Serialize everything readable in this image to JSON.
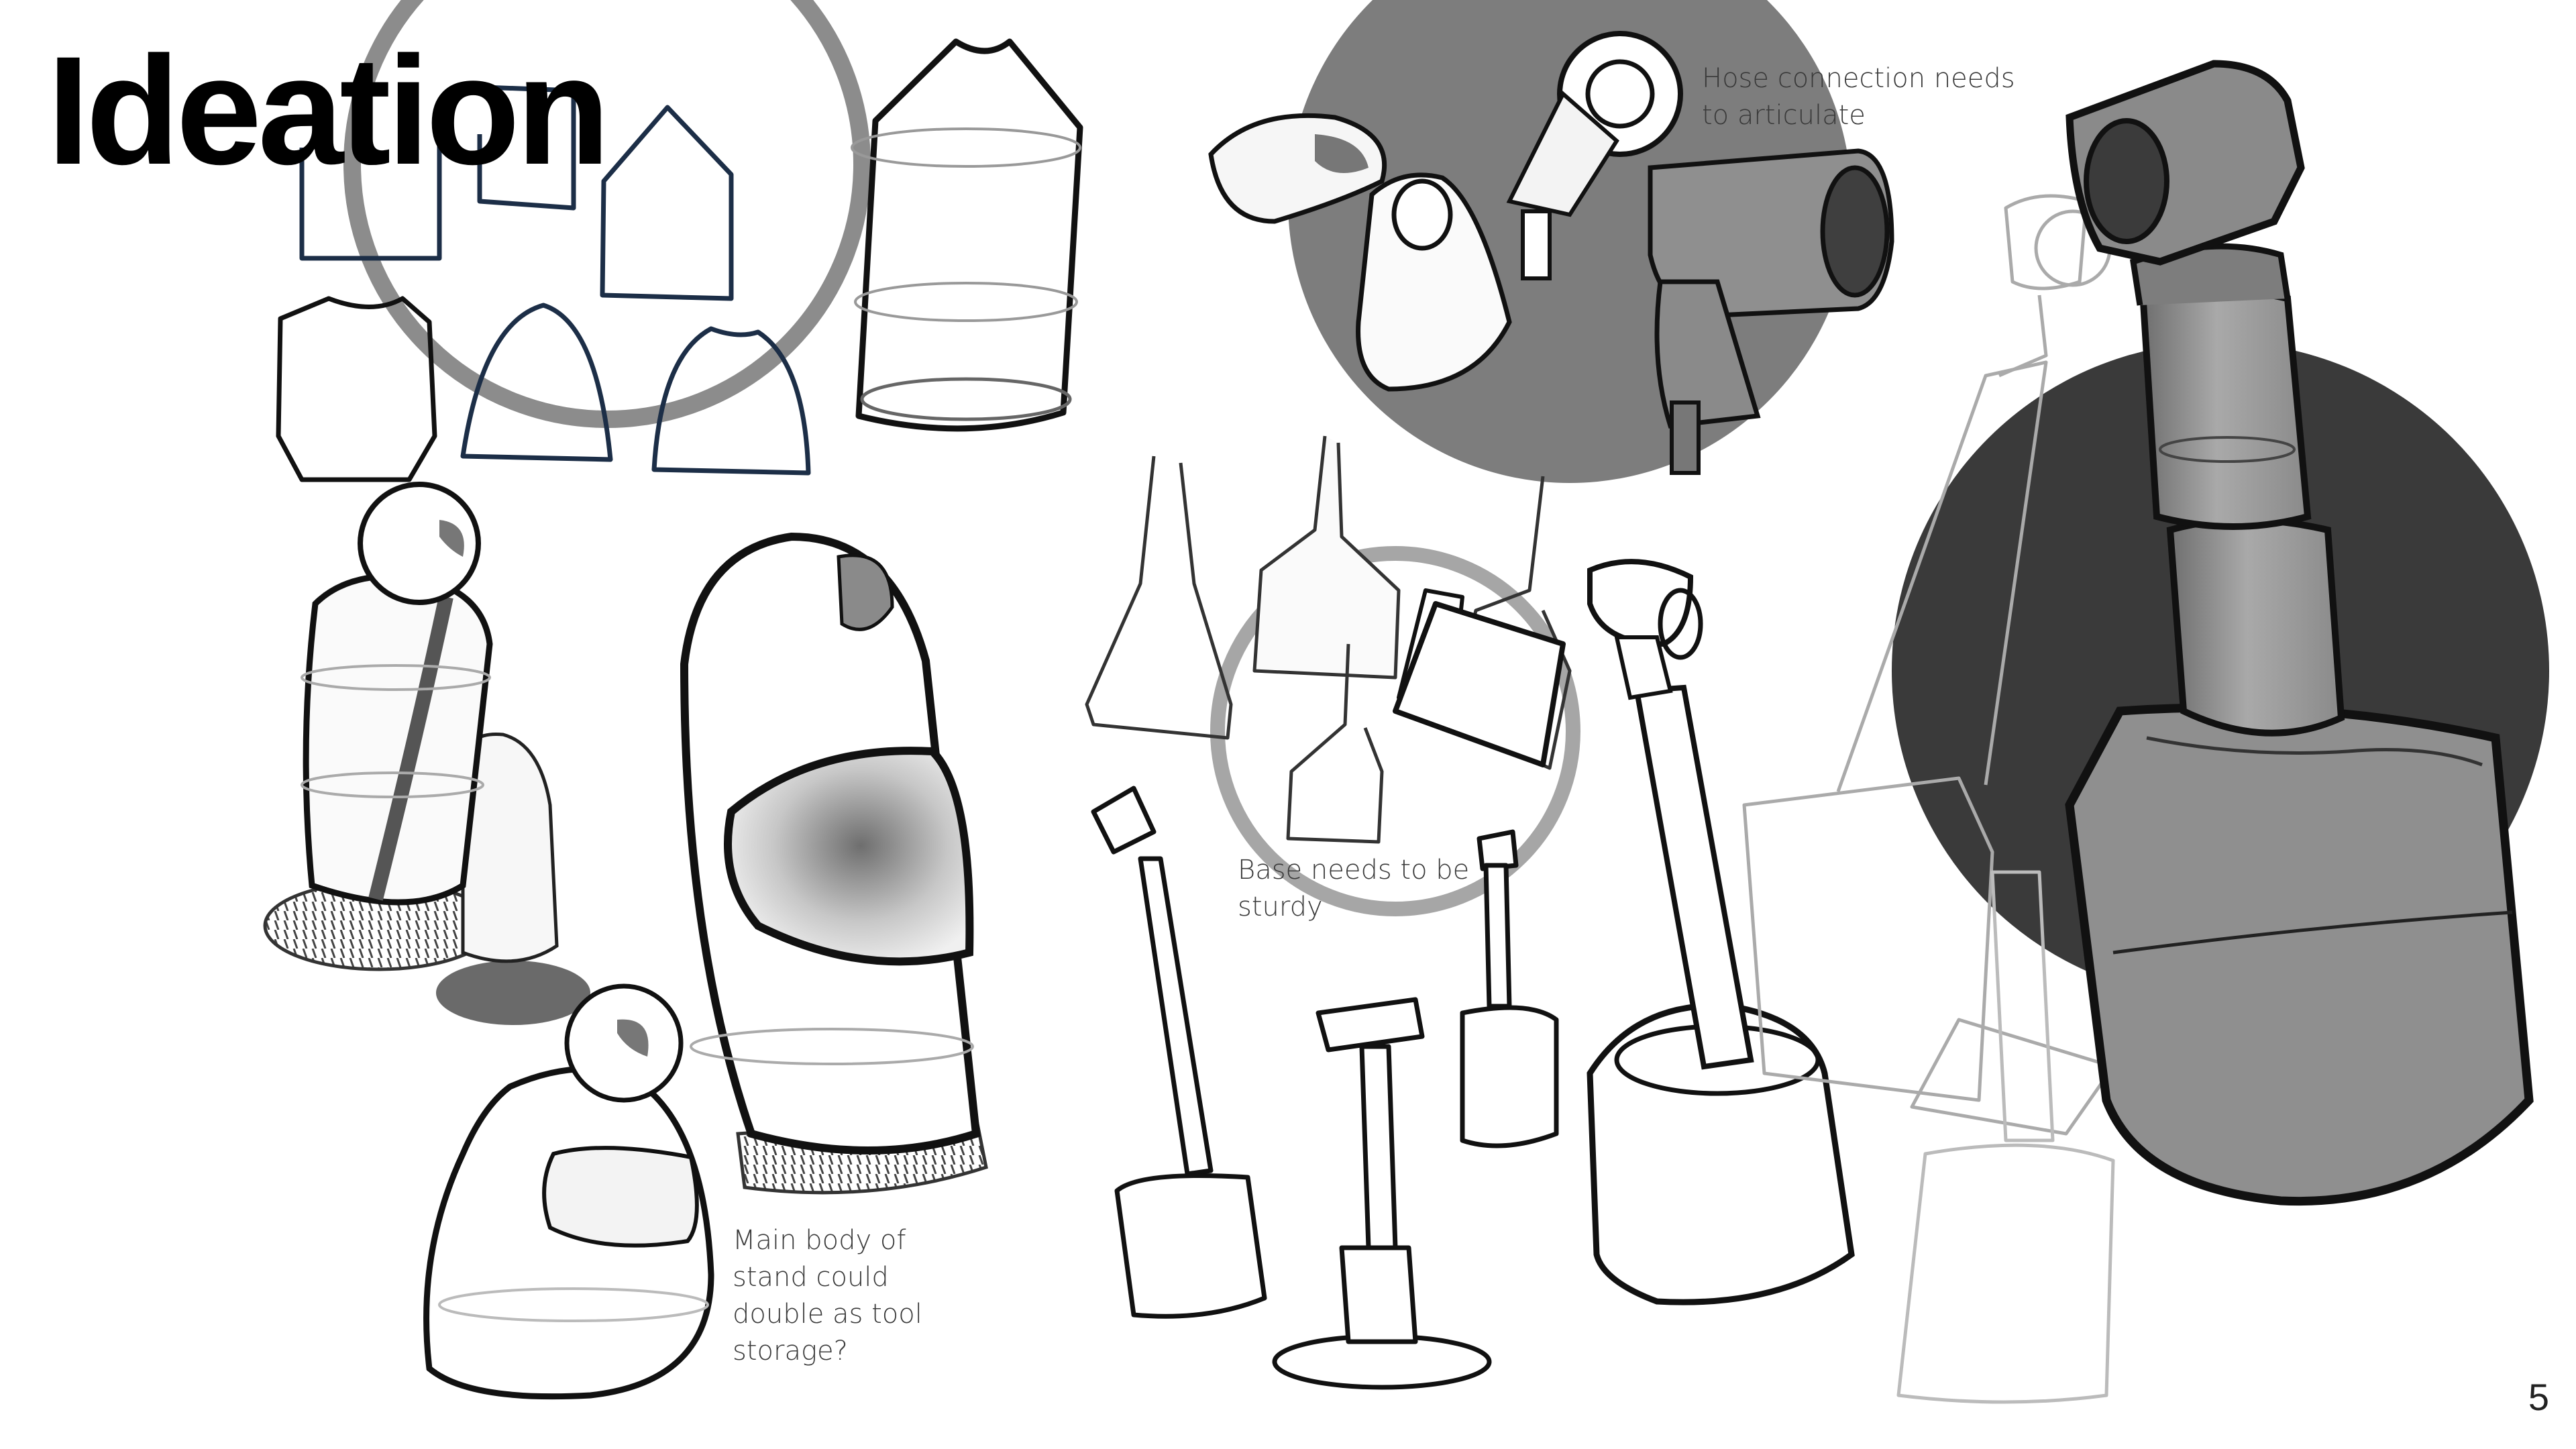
{
  "slide": {
    "title": "Ideation",
    "page_number": "5",
    "annotations": {
      "hose": [
        "Hose connection needs",
        "to articulate"
      ],
      "base": [
        "Base needs to be",
        "sturdy"
      ],
      "storage": [
        "Main body of",
        "stand could",
        "double as tool",
        "storage?"
      ]
    }
  },
  "colors": {
    "background": "#ffffff",
    "ink": "#111111",
    "circle_dark": "#3a3a3a",
    "circle_mid": "#7d7d7d",
    "ring_grey": "#a6a6a6",
    "navy_ink": "#1c2e47"
  }
}
